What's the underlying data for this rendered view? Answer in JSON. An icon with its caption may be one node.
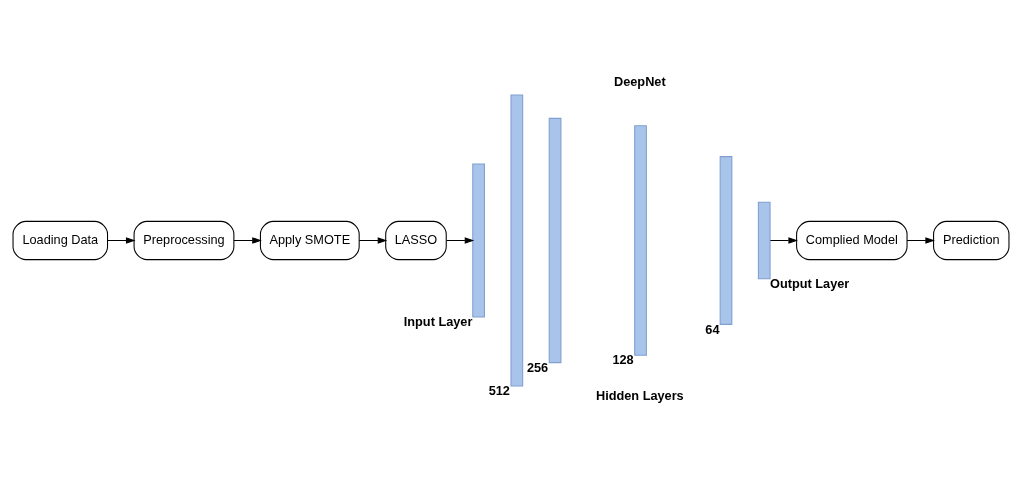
{
  "diagram": {
    "nodes": [
      {
        "text": [
          "Loading Data"
        ]
      },
      {
        "text": [
          "Preprocessing"
        ]
      },
      {
        "text": [
          "Apply SMOTE"
        ]
      },
      {
        "text": [
          "LASSO"
        ]
      },
      {
        "text": [],
        "shape": "bar",
        "beside": [
          "Input Layer"
        ]
      },
      {
        "text": [],
        "shape": "bar",
        "beside": [
          "512"
        ]
      },
      {
        "text": [],
        "shape": "bar",
        "beside": [
          "256"
        ]
      },
      {
        "text": [],
        "shape": "bar",
        "beside": [
          "128"
        ]
      },
      {
        "text": [],
        "shape": "bar",
        "beside": [
          "64"
        ]
      },
      {
        "text": [],
        "shape": "bar",
        "beside": [
          "Output Layer"
        ]
      },
      {
        "text": [
          "Complied Model"
        ]
      },
      {
        "text": [
          "Prediction"
        ]
      }
    ],
    "edges": [
      {
        "from": 0,
        "to": 1,
        "arrow": "to"
      },
      {
        "from": 1,
        "to": 2,
        "arrow": "to"
      },
      {
        "from": 2,
        "to": 3,
        "arrow": "to"
      },
      {
        "from": 3,
        "to": 4,
        "arrow": "to"
      },
      {
        "from": 9,
        "to": 10,
        "arrow": "to"
      },
      {
        "from": 10,
        "to": 11,
        "arrow": "to"
      }
    ],
    "labels": [
      "DeepNet",
      "Hidden Layers"
    ]
  }
}
